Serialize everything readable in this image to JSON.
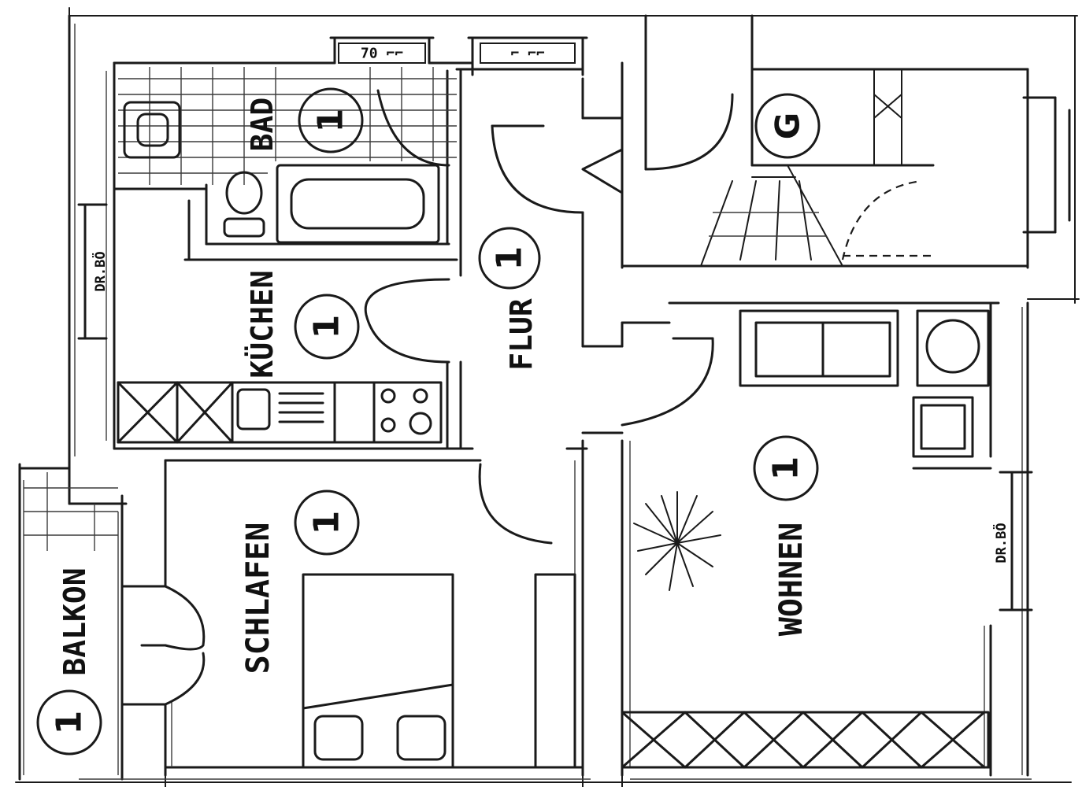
{
  "rooms": {
    "bad": {
      "name": "BAD",
      "number": "1"
    },
    "kuchen": {
      "name": "KÜCHEN",
      "number": "1"
    },
    "flur": {
      "name": "FLUR",
      "number": "1"
    },
    "garderobe": {
      "name": "",
      "number": "G"
    },
    "schlafen": {
      "name": "SCHLAFEN",
      "number": "1"
    },
    "wohnen": {
      "name": "WOHNEN",
      "number": "1"
    },
    "balkon": {
      "name": "BALKON",
      "number": "1"
    }
  },
  "window_marks": {
    "bad_window": "70 ⌐⌐",
    "flur_window": "⌐ ⌐⌐",
    "kuchen_window": "DR.BÖ",
    "wohnen_window": "DR.BÖ"
  },
  "colors": {
    "ink": "#1a1a1a",
    "paper": "#ffffff"
  }
}
